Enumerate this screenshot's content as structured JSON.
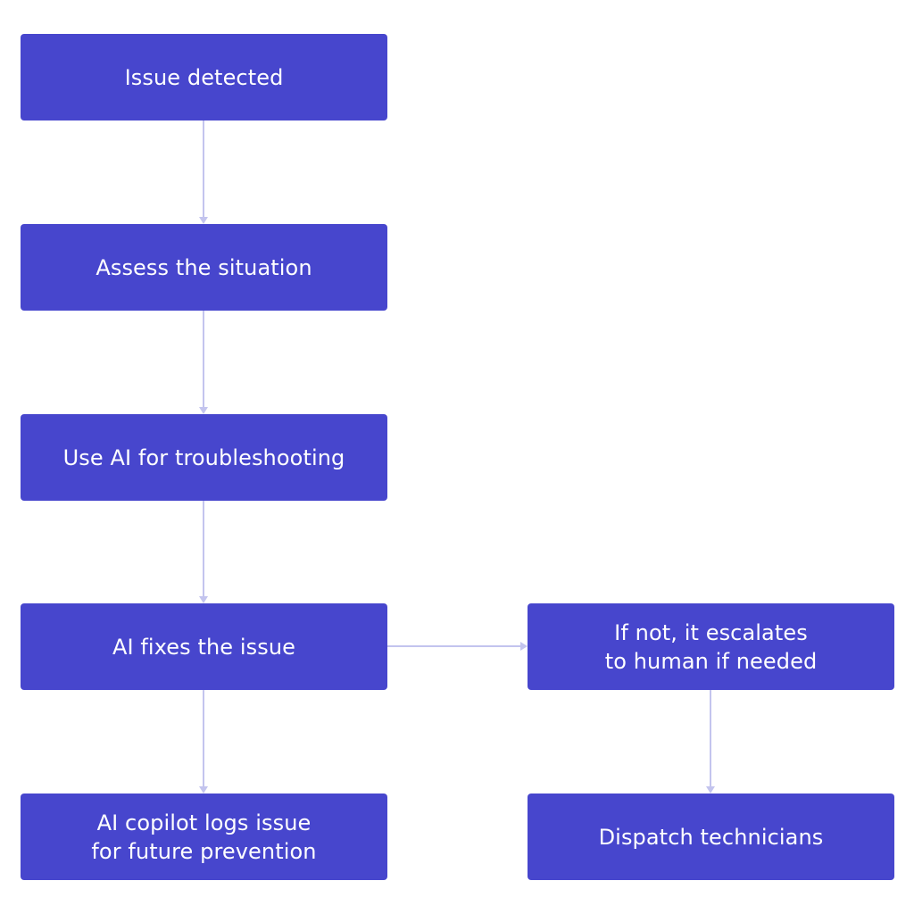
{
  "theme": {
    "node_color": "#4746CD",
    "text_color": "#FFFFFF",
    "connector_color": "#C3C4EE"
  },
  "nodes": {
    "issue_detected": "Issue detected",
    "assess_situation": "Assess the situation",
    "ai_troubleshooting": "Use AI for troubleshooting",
    "ai_fixes": "AI fixes the issue",
    "copilot_logs": "AI copilot logs issue\nfor future prevention",
    "escalate": "If not, it escalates\nto human if needed",
    "dispatch": "Dispatch technicians"
  }
}
